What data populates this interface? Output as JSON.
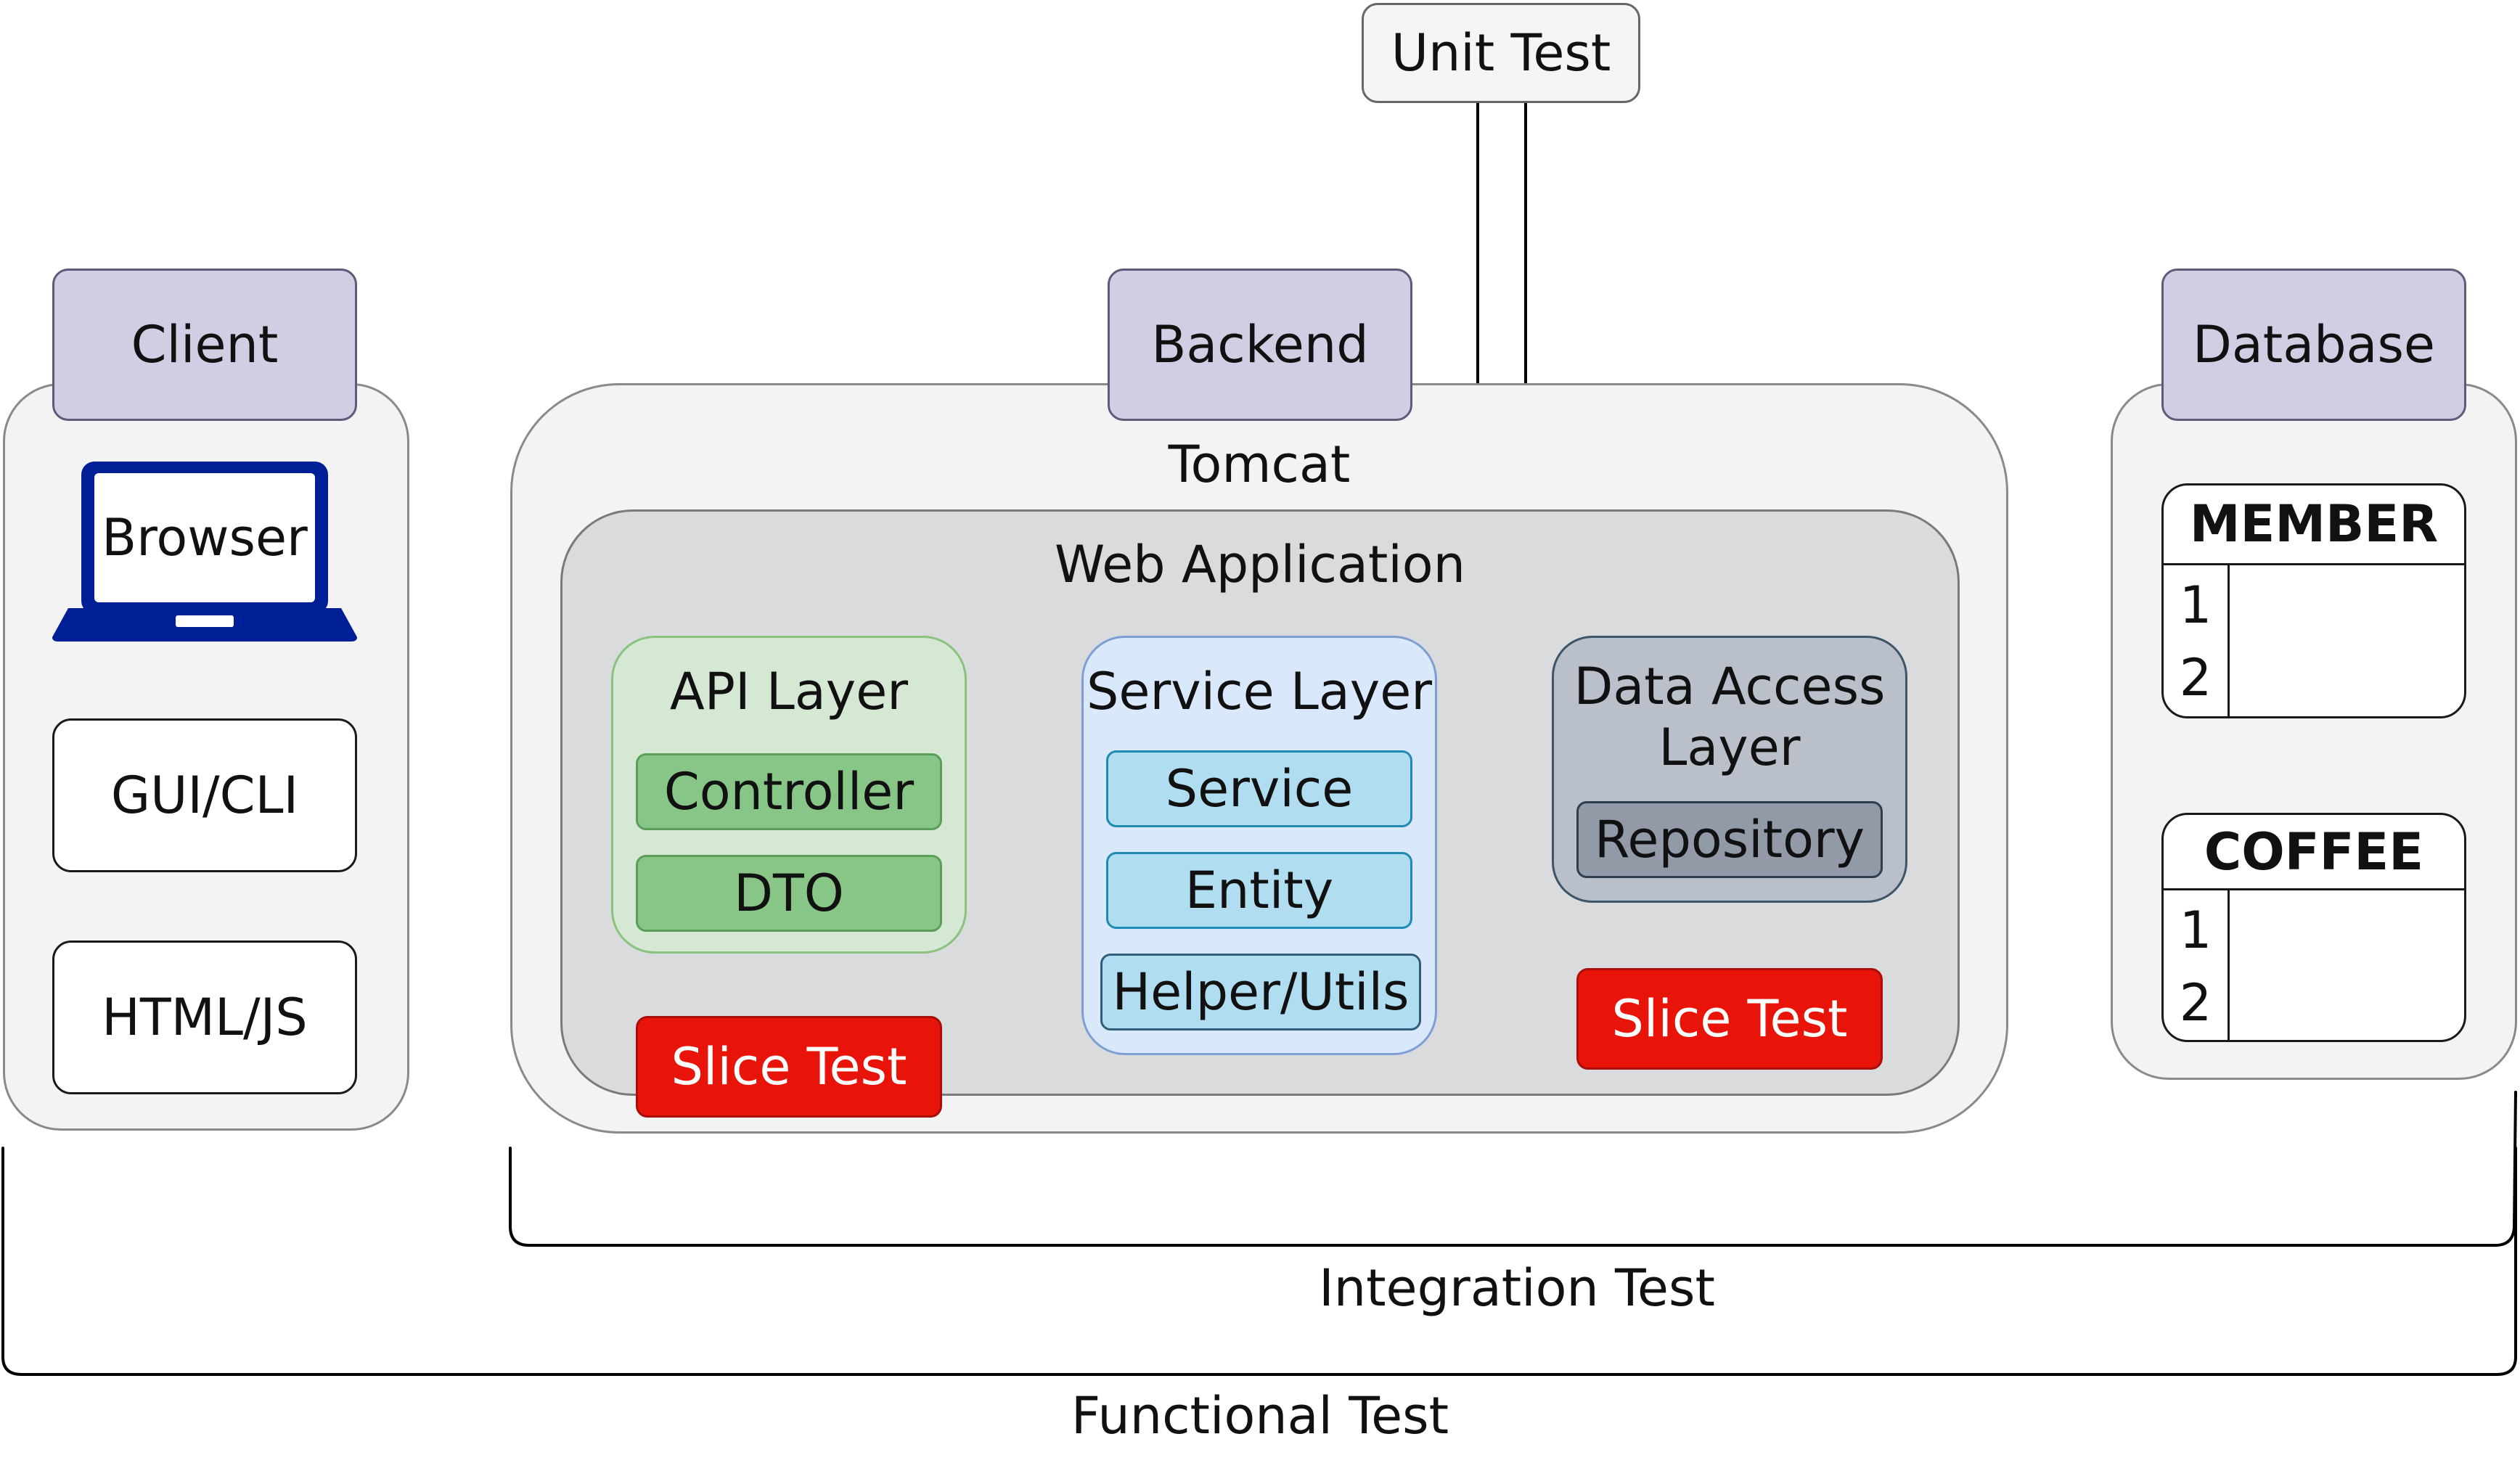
{
  "unit_test": "Unit Test",
  "client": {
    "header": "Client",
    "browser": "Browser",
    "gui": "GUI/CLI",
    "html": "HTML/JS"
  },
  "backend": {
    "header": "Backend",
    "server": "Tomcat",
    "webapp": "Web Application",
    "api_layer": {
      "title": "API Layer",
      "items": [
        "Controller",
        "DTO"
      ]
    },
    "service_layer": {
      "title": "Service Layer",
      "items": [
        "Service",
        "Entity",
        "Helper/Utils"
      ]
    },
    "data_layer": {
      "title_line1": "Data Access",
      "title_line2": "Layer",
      "items": [
        "Repository"
      ]
    },
    "slice_test_api": "Slice Test",
    "slice_test_data": "Slice Test"
  },
  "database": {
    "header": "Database",
    "tables": [
      {
        "name": "MEMBER",
        "rows": [
          "1",
          "2"
        ]
      },
      {
        "name": "COFFEE",
        "rows": [
          "1",
          "2"
        ]
      }
    ]
  },
  "integration_test": "Integration Test",
  "functional_test": "Functional Test",
  "colors": {
    "header_fill": "#d0cee2",
    "api_fill": "#d5e8d4",
    "api_item": "#88c687",
    "service_fill": "#dae8fc",
    "service_item": "#b1ddf0",
    "data_fill": "#b9c0c9",
    "slice_red": "#e8140a",
    "laptop_blue": "#001e96"
  }
}
